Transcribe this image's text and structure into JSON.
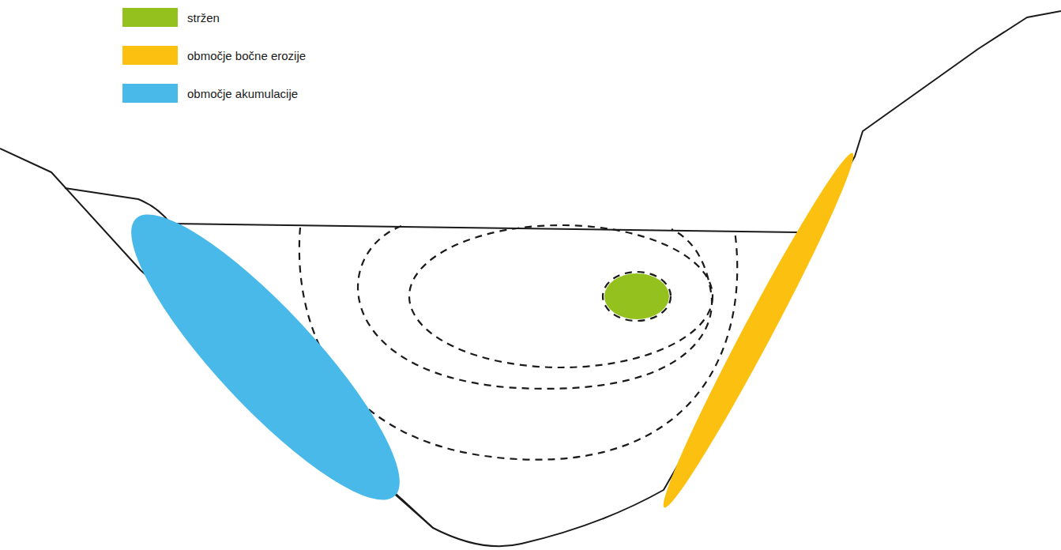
{
  "diagram": {
    "legend": [
      {
        "text": "stržen",
        "color": "#95c11f"
      },
      {
        "text": "območje bočne erozije",
        "color": "#fcc010"
      },
      {
        "text": "območje akumulacije",
        "color": "#48b9e8"
      }
    ]
  }
}
